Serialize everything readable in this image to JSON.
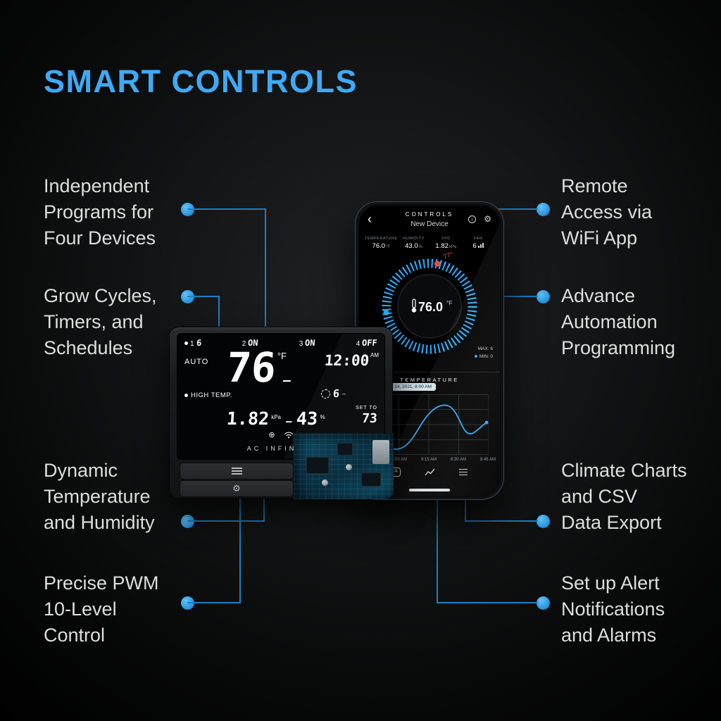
{
  "title": "SMART CONTROLS",
  "colors": {
    "accent": "#3fa9f5",
    "connector": "#1c7fc4",
    "dot": "#2b9fe8",
    "dial": "#2aa6f2",
    "marker_red": "#e84a3f"
  },
  "callouts": {
    "left": [
      {
        "lines": [
          "Independent",
          "Programs for",
          "Four Devices"
        ]
      },
      {
        "lines": [
          "Grow Cycles,",
          "Timers, and",
          "Schedules"
        ]
      },
      {
        "lines": [
          "Dynamic",
          "Temperature",
          "and Humidity"
        ]
      },
      {
        "lines": [
          "Precise PWM",
          "10-Level",
          "Control"
        ]
      }
    ],
    "right": [
      {
        "lines": [
          "Remote",
          "Access via",
          "WiFi App"
        ]
      },
      {
        "lines": [
          "Advance",
          "Automation",
          "Programming"
        ]
      },
      {
        "lines": [
          "Climate Charts",
          "and CSV",
          "Data Export"
        ]
      },
      {
        "lines": [
          "Set up Alert",
          "Notifications",
          "and Alarms"
        ]
      }
    ]
  },
  "controller": {
    "ports": [
      {
        "num": "1",
        "value": "6"
      },
      {
        "num": "2",
        "value": "ON"
      },
      {
        "num": "3",
        "value": "ON"
      },
      {
        "num": "4",
        "value": "OFF"
      }
    ],
    "mode": "AUTO",
    "temp": "76",
    "temp_unit": "°F",
    "dash": "–",
    "clock": "12:00",
    "clock_suffix": "AM",
    "alert": "HIGH TEMP.",
    "cycle_value": "6",
    "vpd": "1.82",
    "vpd_unit": "kPa",
    "humidity": "43",
    "humidity_unit": "%",
    "set_to_label": "SET TO",
    "set_to_value": "73",
    "brand": "AC INFINITY",
    "icons": {
      "globe": "⊕",
      "gear": "⚙"
    }
  },
  "phone": {
    "header": {
      "back": "‹",
      "title": "CONTROLS",
      "subtitle": "New Device",
      "info": "i",
      "gear": "⚙"
    },
    "stats": [
      {
        "label": "TEMPERATURE",
        "value": "76.0",
        "unit": "°F"
      },
      {
        "label": "HUMIDITY",
        "value": "43.0",
        "unit": "%"
      },
      {
        "label": "VPD",
        "value": "1.82",
        "unit": "kPa"
      },
      {
        "label": "FAN",
        "value": "6",
        "unit": ""
      }
    ],
    "dial": {
      "value": "76.0",
      "unit": "°F",
      "marker_label": "77°"
    },
    "max_label": "MAX: 6",
    "min_label": "MIN: 0",
    "section_title": "TEMPERATURE",
    "date_label": "MAR 14, 2021, 8:00 AM",
    "nav_a": "A",
    "chart": {
      "x_labels": [
        "8:00 AM",
        "8:15 AM",
        "8:30 AM",
        "8:45 AM"
      ]
    }
  }
}
